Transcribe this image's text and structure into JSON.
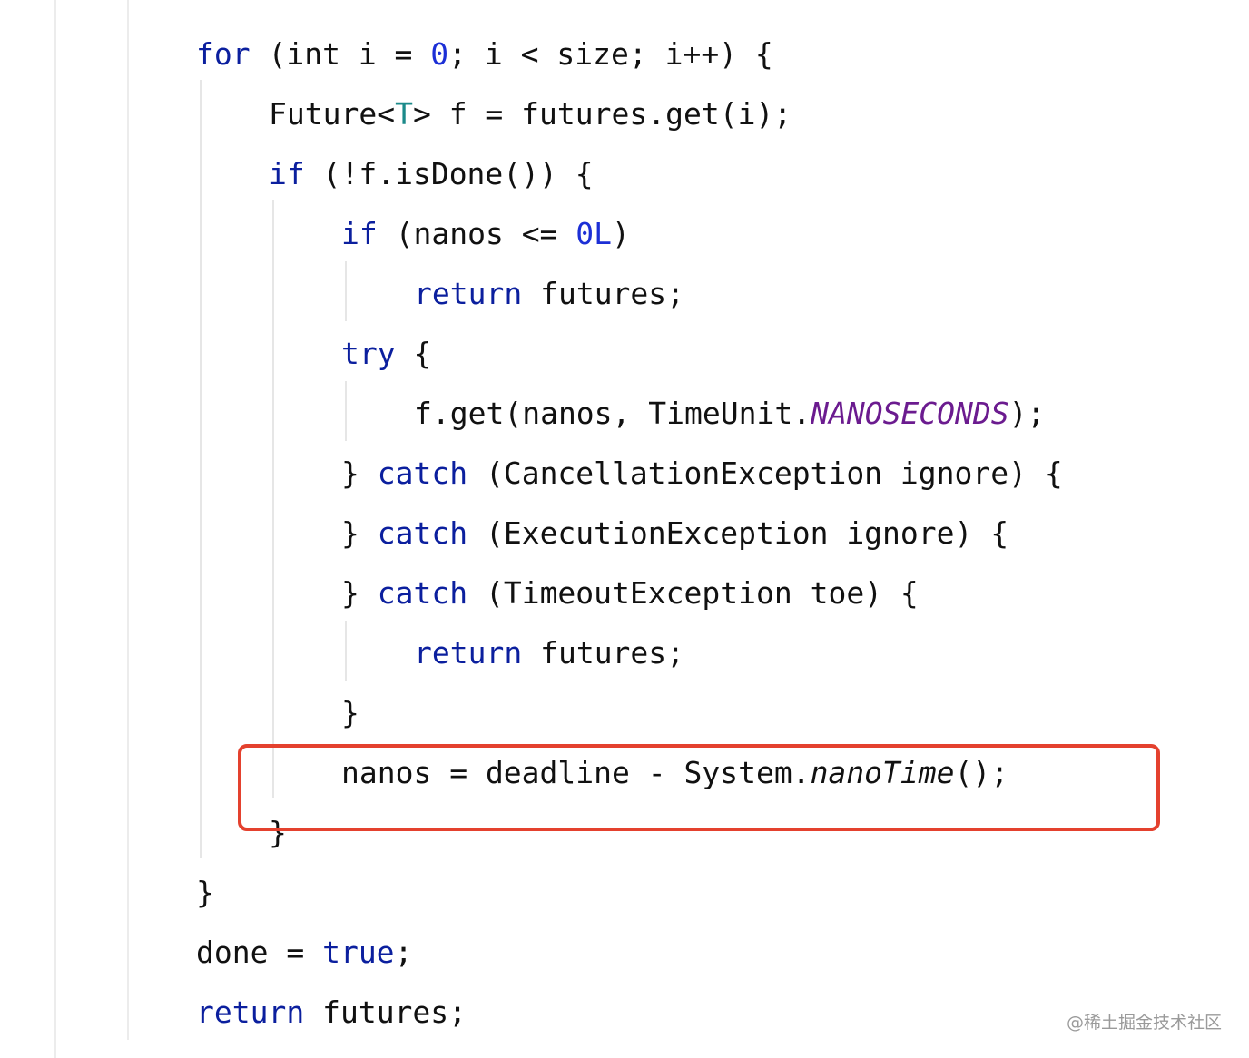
{
  "code": {
    "lines": [
      [
        {
          "t": "for",
          "c": "kw"
        },
        {
          "t": " (int i = ",
          "c": ""
        },
        {
          "t": "0",
          "c": "num"
        },
        {
          "t": "; i < size; i++) {",
          "c": ""
        }
      ],
      [
        {
          "t": "Future<",
          "c": ""
        },
        {
          "t": "T",
          "c": "typ"
        },
        {
          "t": "> f = futures.get(i);",
          "c": ""
        }
      ],
      [
        {
          "t": "if",
          "c": "kw"
        },
        {
          "t": " (!f.isDone()) {",
          "c": ""
        }
      ],
      [
        {
          "t": "if",
          "c": "kw"
        },
        {
          "t": " (nanos <= ",
          "c": ""
        },
        {
          "t": "0L",
          "c": "num"
        },
        {
          "t": ")",
          "c": ""
        }
      ],
      [
        {
          "t": "return",
          "c": "kw"
        },
        {
          "t": " futures;",
          "c": ""
        }
      ],
      [
        {
          "t": "try",
          "c": "kw"
        },
        {
          "t": " {",
          "c": ""
        }
      ],
      [
        {
          "t": "f.get(nanos, TimeUnit.",
          "c": ""
        },
        {
          "t": "NANOSECONDS",
          "c": "const"
        },
        {
          "t": ");",
          "c": ""
        }
      ],
      [
        {
          "t": "} ",
          "c": ""
        },
        {
          "t": "catch",
          "c": "kw"
        },
        {
          "t": " (CancellationException ignore) {",
          "c": ""
        }
      ],
      [
        {
          "t": "} ",
          "c": ""
        },
        {
          "t": "catch",
          "c": "kw"
        },
        {
          "t": " (ExecutionException ignore) {",
          "c": ""
        }
      ],
      [
        {
          "t": "} ",
          "c": ""
        },
        {
          "t": "catch",
          "c": "kw"
        },
        {
          "t": " (TimeoutException toe) {",
          "c": ""
        }
      ],
      [
        {
          "t": "return",
          "c": "kw"
        },
        {
          "t": " futures;",
          "c": ""
        }
      ],
      [
        {
          "t": "}",
          "c": ""
        }
      ],
      [
        {
          "t": "nanos = deadline - System.",
          "c": ""
        },
        {
          "t": "nanoTime",
          "c": "ital"
        },
        {
          "t": "();",
          "c": ""
        }
      ],
      [
        {
          "t": "}",
          "c": ""
        }
      ],
      [
        {
          "t": "}",
          "c": ""
        }
      ],
      [
        {
          "t": "done = ",
          "c": ""
        },
        {
          "t": "true",
          "c": "kw"
        },
        {
          "t": ";",
          "c": ""
        }
      ],
      [
        {
          "t": "return",
          "c": "kw"
        },
        {
          "t": " futures;",
          "c": ""
        }
      ]
    ]
  },
  "highlight": {
    "color": "#e4412e"
  },
  "watermark": {
    "text": "@稀土掘金技术社区"
  }
}
